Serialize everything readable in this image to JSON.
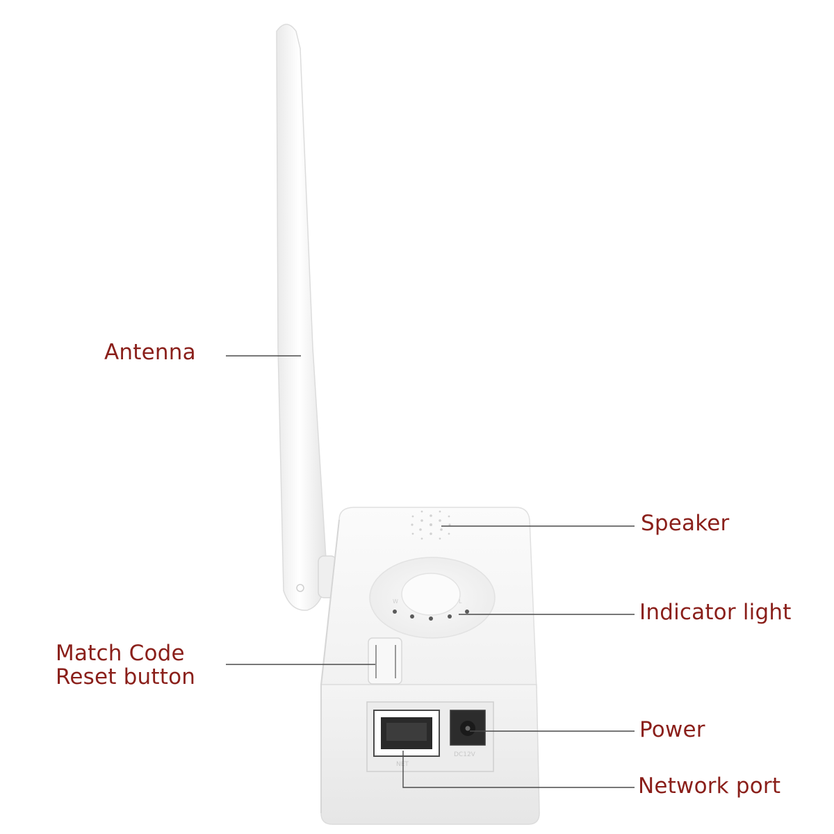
{
  "labels": {
    "antenna": "Antenna",
    "match_code_line1": "Match Code",
    "match_code_line2": "Reset button",
    "speaker": "Speaker",
    "indicator_light": "Indicator light",
    "power": "Power",
    "network_port": "Network port"
  },
  "colors": {
    "label_text": "#8a1f1a",
    "leader_line": "#4a4a4a",
    "device_body": "#f6f6f6",
    "background": "#ffffff"
  }
}
